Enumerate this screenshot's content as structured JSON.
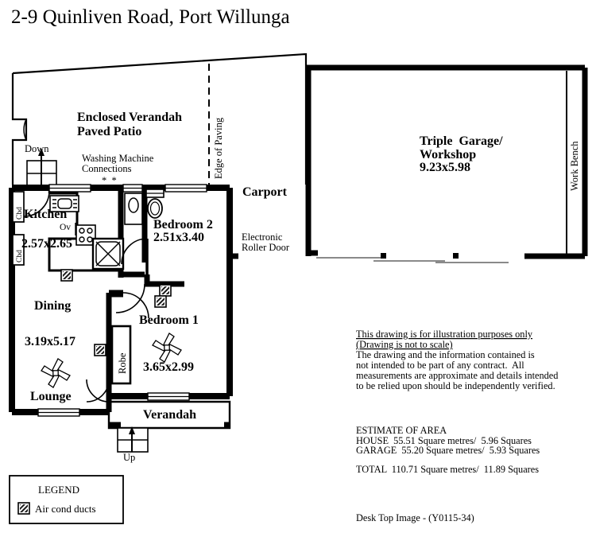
{
  "document": {
    "title": "2-9 Quinliven Road, Port Willunga",
    "footer": "Desk Top Image - (Y0115-34)"
  },
  "plan": {
    "areas": [
      {
        "name": "enclosed-verandah",
        "label_line1": "Enclosed Verandah",
        "label_line2": "Paved Patio"
      },
      {
        "name": "kitchen",
        "label": "Kitchen",
        "dimensions": "2.57x2.65"
      },
      {
        "name": "dining",
        "label": "Dining",
        "dimensions": "3.19x5.17"
      },
      {
        "name": "lounge",
        "label": "Lounge"
      },
      {
        "name": "bedroom-2",
        "label": "Bedroom 2",
        "dimensions": "2.51x3.40"
      },
      {
        "name": "bedroom-1",
        "label": "Bedroom 1",
        "dimensions": "3.65x2.99"
      },
      {
        "name": "verandah",
        "label": "Verandah"
      },
      {
        "name": "carport",
        "label": "Carport"
      },
      {
        "name": "garage",
        "label_line1": "Triple  Garage/",
        "label_line2": "Workshop",
        "dimensions": "9.23x5.98"
      }
    ],
    "annotations": {
      "edge_of_paving": "Edge of Paving",
      "washing_machine_line1": "Washing Machine",
      "washing_machine_line2": "Connections",
      "washing_machine_marks": "*  *",
      "stairs_down": "Down",
      "stairs_up": "Up",
      "robe": "Robe",
      "cupboard_1": "Cbd",
      "cupboard_2": "Cbd",
      "oven": "Ov",
      "work_bench": "Work Bench",
      "roller_door_line1": "Electronic",
      "roller_door_line2": "Roller Door"
    }
  },
  "legend": {
    "title": "LEGEND",
    "items": [
      {
        "symbol": "hatched-square",
        "label": "Air cond ducts"
      }
    ]
  },
  "disclaimer": {
    "underlined_line1": "This drawing is for illustration purposes only",
    "underlined_line2": "(Drawing is not to scale)",
    "line3": "The drawing and the information contained is",
    "line4": "not intended to be part of any contract.  All",
    "line5": "measurements are approximate and details intended",
    "line6": "to be relied upon should be independently verified."
  },
  "estimate": {
    "heading": "ESTIMATE OF AREA",
    "house": "HOUSE  55.51 Square metres/  5.96 Squares",
    "garage": "GARAGE  55.20 Square metres/  5.93 Squares",
    "total": "TOTAL  110.71 Square metres/  11.89 Squares"
  }
}
